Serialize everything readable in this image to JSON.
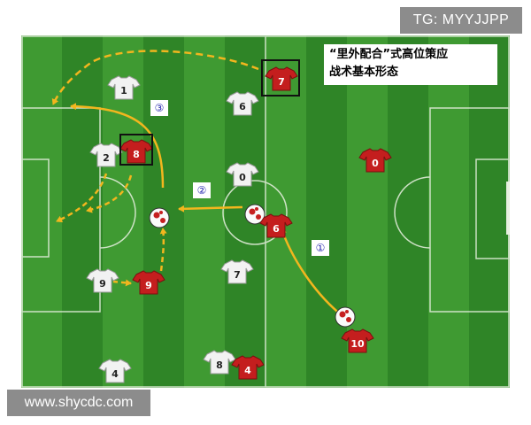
{
  "watermarks": {
    "tg": "TG: MYYJJPP",
    "site": "www.shycdc.com"
  },
  "caption": {
    "line1": "“里外配合”式高位策应",
    "line2": "战术基本形态"
  },
  "steps": [
    "①",
    "②",
    "③"
  ],
  "colors": {
    "grass_light": "#3f9a32",
    "grass_dark": "#2f8527",
    "line": "#e8f0e0",
    "red_shirt": "#c41e1e",
    "white_shirt": "#f2f2f2",
    "arrow": "#f2b61e",
    "step_text": "#2a2ab0"
  },
  "red_team": [
    "7",
    "8",
    "6",
    "0",
    "9",
    "10",
    "4"
  ],
  "white_team": [
    "1",
    "6",
    "2",
    "0",
    "9",
    "7",
    "8",
    "4"
  ]
}
